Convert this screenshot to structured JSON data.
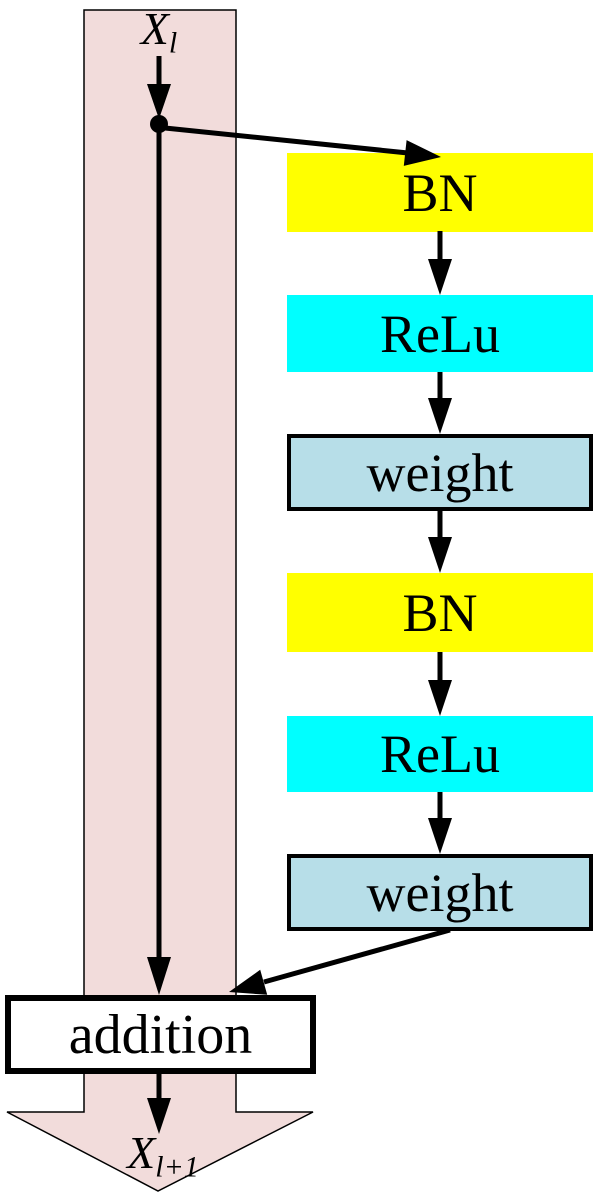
{
  "diagram": {
    "background_color": "#FFFFFF",
    "connector_color": "#000000",
    "skip": {
      "fill": "#F2DCDB",
      "stroke": "#000000"
    },
    "input_label": {
      "base": "X",
      "subscript": "l"
    },
    "output_label": {
      "base": "X",
      "subscript": "l+1"
    },
    "blocks": [
      {
        "label": "BN",
        "fill": "#FFFF00"
      },
      {
        "label": "ReLu",
        "fill": "#00FFFF"
      },
      {
        "label": "weight",
        "fill": "#B7DEE8"
      },
      {
        "label": "BN",
        "fill": "#FFFF00"
      },
      {
        "label": "ReLu",
        "fill": "#00FFFF"
      },
      {
        "label": "weight",
        "fill": "#B7DEE8"
      }
    ],
    "addition": {
      "label": "addition",
      "fill": "#FFFFFF"
    }
  }
}
